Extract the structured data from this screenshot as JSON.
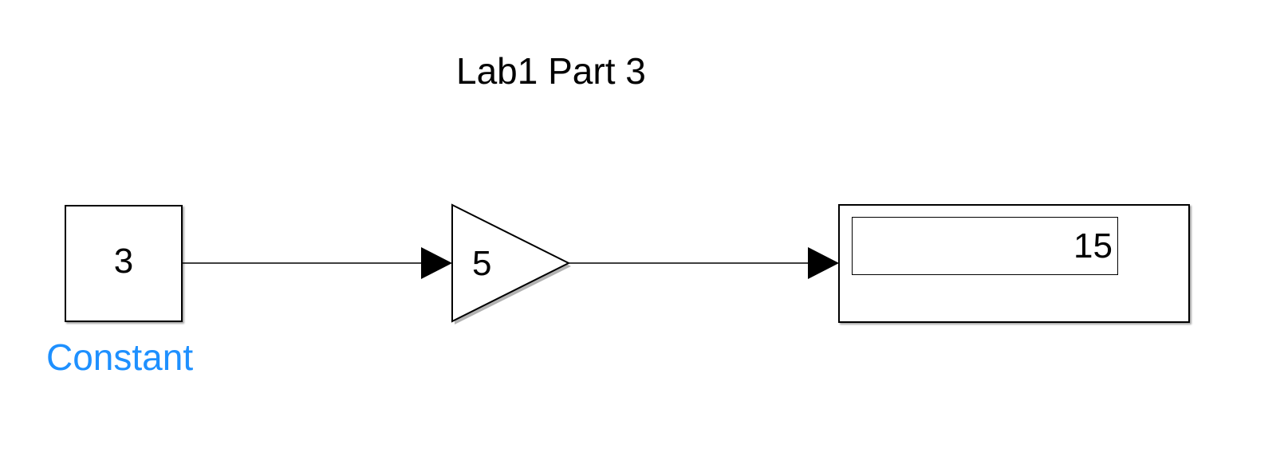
{
  "model": {
    "title": "Lab1 Part 3"
  },
  "blocks": {
    "constant": {
      "value": "3",
      "label": "Constant",
      "label_color": "#1e90ff"
    },
    "gain": {
      "value": "5"
    },
    "display": {
      "value": "15"
    }
  }
}
